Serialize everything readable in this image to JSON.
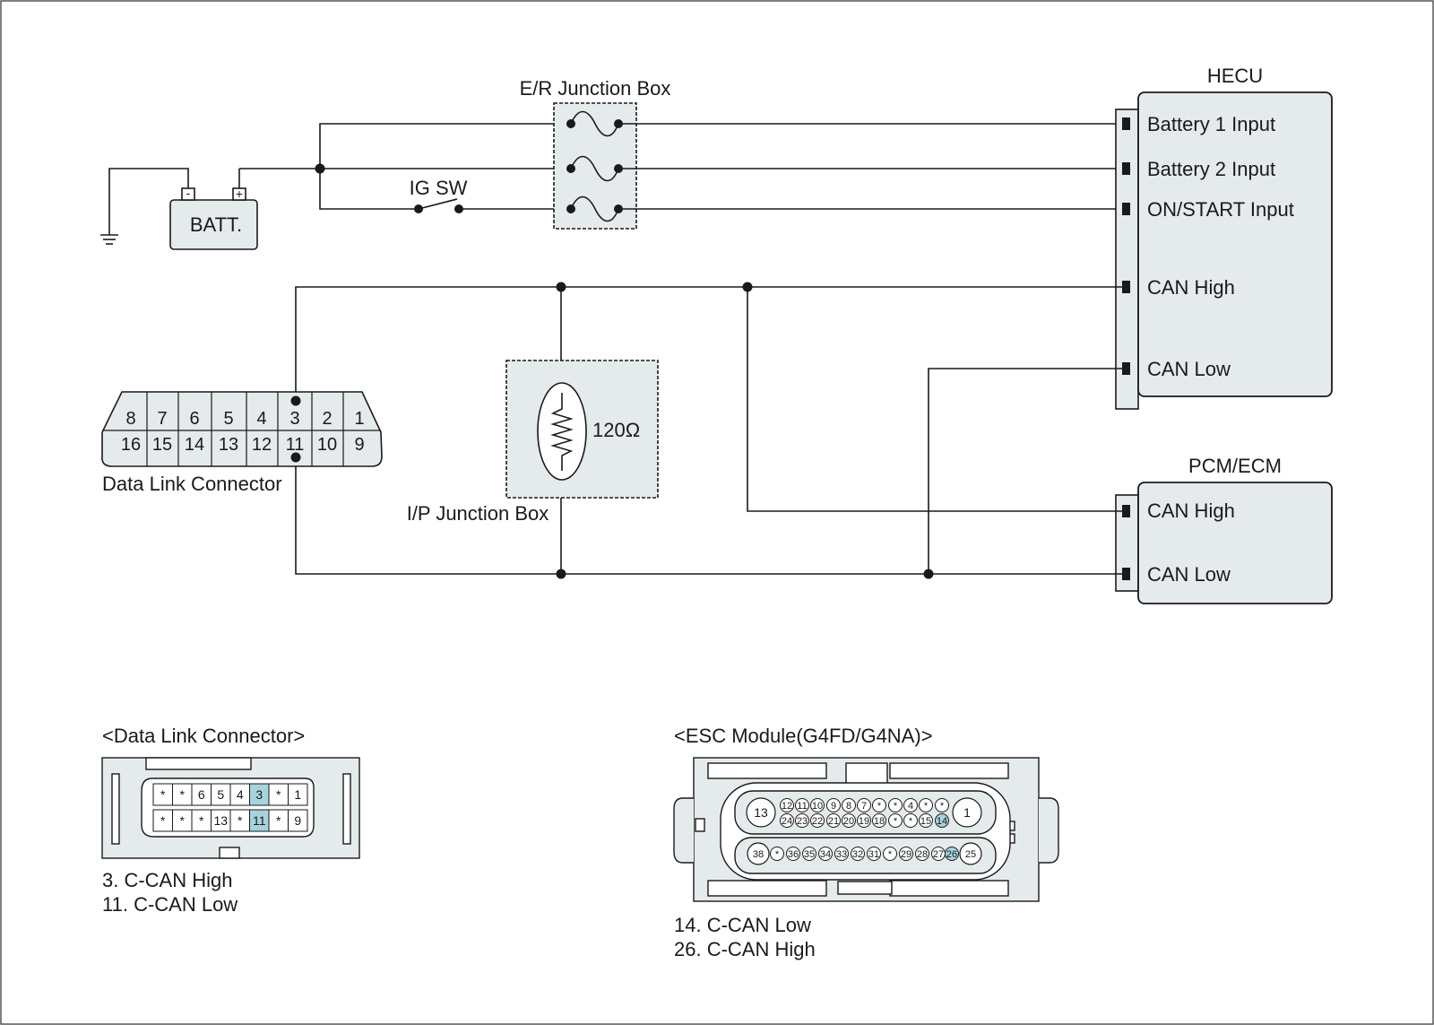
{
  "battery": {
    "label": "BATT.",
    "neg": "-",
    "pos": "+"
  },
  "ig_switch": {
    "label": "IG SW"
  },
  "er_junction_box": {
    "label": "E/R Junction Box"
  },
  "hecu": {
    "title": "HECU",
    "pins": [
      "Battery 1 Input",
      "Battery 2 Input",
      "ON/START Input",
      "CAN High",
      "CAN Low"
    ]
  },
  "pcm_ecm": {
    "title": "PCM/ECM",
    "pins": [
      "CAN High",
      "CAN Low"
    ]
  },
  "ip_junction_box": {
    "label": "I/P Junction Box",
    "resistor": "120Ω"
  },
  "dlc": {
    "label": "Data Link Connector",
    "top_pins": [
      "8",
      "7",
      "6",
      "5",
      "4",
      "3",
      "2",
      "1"
    ],
    "bottom_pins": [
      "16",
      "15",
      "14",
      "13",
      "12",
      "11",
      "10",
      "9"
    ]
  },
  "dlc_detail": {
    "title": "<Data Link Connector>",
    "row1": [
      "*",
      "*",
      "6",
      "5",
      "4",
      "3",
      "*",
      "1"
    ],
    "row2": [
      "*",
      "*",
      "*",
      "13",
      "*",
      "11",
      "*",
      "9"
    ],
    "highlight": [
      "3",
      "11"
    ],
    "notes": [
      "3. C-CAN High",
      "11. C-CAN Low"
    ]
  },
  "esc_detail": {
    "title": "<ESC Module(G4FD/G4NA)>",
    "big_pins": [
      "13",
      "1",
      "38",
      "25"
    ],
    "row1": [
      "12",
      "11",
      "10",
      "9",
      "8",
      "7",
      "*",
      "*",
      "4",
      "*",
      "*"
    ],
    "row2": [
      "24",
      "23",
      "22",
      "21",
      "20",
      "19",
      "18",
      "*",
      "*",
      "15",
      "14"
    ],
    "row3": [
      "*",
      "36",
      "35",
      "34",
      "33",
      "32",
      "31",
      "*",
      "29",
      "28",
      "27",
      "26"
    ],
    "highlight": [
      "14",
      "26"
    ],
    "notes": [
      "14. C-CAN Low",
      "26. C-CAN High"
    ]
  },
  "colors": {
    "line": "#1a1a1a",
    "box_fill": "#e5eaec",
    "highlight": "#a8d3de"
  }
}
